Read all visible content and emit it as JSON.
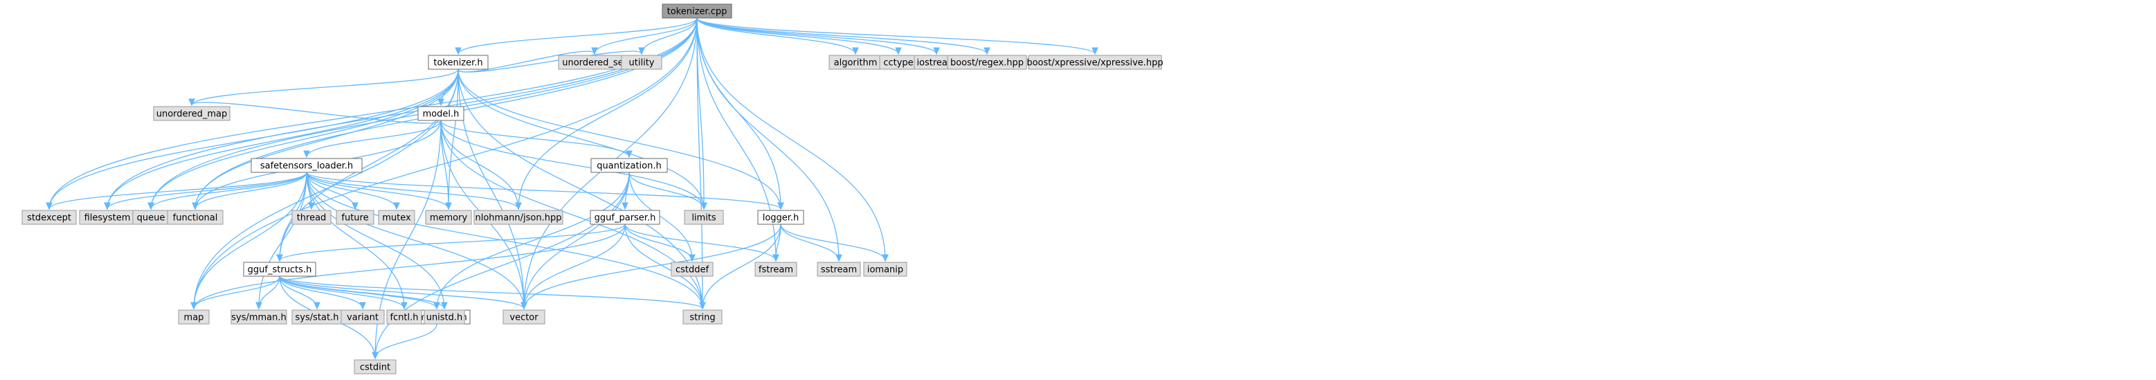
{
  "title": "tokenizer.cpp",
  "colors": {
    "edge": "#63b8ff",
    "root_fill": "#9e9e9e",
    "system_fill": "#e0e0e0",
    "header_fill": "#ffffff"
  },
  "nodes": [
    {
      "id": "tokenizer_cpp",
      "label": "tokenizer.cpp",
      "kind": "root"
    },
    {
      "id": "tokenizer_h",
      "label": "tokenizer.h",
      "kind": "header"
    },
    {
      "id": "model_h",
      "label": "model.h",
      "kind": "header"
    },
    {
      "id": "safetensors_loader_h",
      "label": "safetensors_loader.h",
      "kind": "header"
    },
    {
      "id": "quantization_h",
      "label": "quantization.h",
      "kind": "header"
    },
    {
      "id": "gguf_parser_h",
      "label": "gguf_parser.h",
      "kind": "header"
    },
    {
      "id": "logger_h",
      "label": "logger.h",
      "kind": "header"
    },
    {
      "id": "gguf_structs_h",
      "label": "gguf_structs.h",
      "kind": "header"
    },
    {
      "id": "ggml_types_h",
      "label": "ggml_types.h",
      "kind": "header"
    },
    {
      "id": "algorithm",
      "label": "algorithm",
      "kind": "system"
    },
    {
      "id": "cctype",
      "label": "cctype",
      "kind": "system"
    },
    {
      "id": "iostream",
      "label": "iostream",
      "kind": "system"
    },
    {
      "id": "boost_regex",
      "label": "boost/regex.hpp",
      "kind": "system"
    },
    {
      "id": "boost_xpressive",
      "label": "boost/xpressive/xpressive.hpp",
      "kind": "system"
    },
    {
      "id": "unordered_set",
      "label": "unordered_set",
      "kind": "system"
    },
    {
      "id": "utility",
      "label": "utility",
      "kind": "system"
    },
    {
      "id": "unordered_map",
      "label": "unordered_map",
      "kind": "system"
    },
    {
      "id": "stdexcept",
      "label": "stdexcept",
      "kind": "system"
    },
    {
      "id": "filesystem",
      "label": "filesystem",
      "kind": "system"
    },
    {
      "id": "queue",
      "label": "queue",
      "kind": "system"
    },
    {
      "id": "functional",
      "label": "functional",
      "kind": "system"
    },
    {
      "id": "thread",
      "label": "thread",
      "kind": "system"
    },
    {
      "id": "future",
      "label": "future",
      "kind": "system"
    },
    {
      "id": "mutex",
      "label": "mutex",
      "kind": "system"
    },
    {
      "id": "memory",
      "label": "memory",
      "kind": "system"
    },
    {
      "id": "nlohmann_json",
      "label": "nlohmann/json.hpp",
      "kind": "system"
    },
    {
      "id": "limits",
      "label": "limits",
      "kind": "system"
    },
    {
      "id": "cstddef",
      "label": "cstddef",
      "kind": "system"
    },
    {
      "id": "fstream",
      "label": "fstream",
      "kind": "system"
    },
    {
      "id": "sstream",
      "label": "sstream",
      "kind": "system"
    },
    {
      "id": "iomanip",
      "label": "iomanip",
      "kind": "system"
    },
    {
      "id": "map",
      "label": "map",
      "kind": "system"
    },
    {
      "id": "sys_mman",
      "label": "sys/mman.h",
      "kind": "system"
    },
    {
      "id": "sys_stat",
      "label": "sys/stat.h",
      "kind": "system"
    },
    {
      "id": "variant",
      "label": "variant",
      "kind": "system"
    },
    {
      "id": "fcntl",
      "label": "fcntl.h",
      "kind": "system"
    },
    {
      "id": "unistd",
      "label": "unistd.h",
      "kind": "system"
    },
    {
      "id": "vector",
      "label": "vector",
      "kind": "system"
    },
    {
      "id": "string",
      "label": "string",
      "kind": "system"
    },
    {
      "id": "cstdint",
      "label": "cstdint",
      "kind": "system"
    }
  ],
  "edges": [
    [
      "tokenizer_cpp",
      "tokenizer_h"
    ],
    [
      "tokenizer_cpp",
      "algorithm"
    ],
    [
      "tokenizer_cpp",
      "cctype"
    ],
    [
      "tokenizer_cpp",
      "iostream"
    ],
    [
      "tokenizer_cpp",
      "boost_regex"
    ],
    [
      "tokenizer_cpp",
      "boost_xpressive"
    ],
    [
      "tokenizer_cpp",
      "unordered_set"
    ],
    [
      "tokenizer_cpp",
      "utility"
    ],
    [
      "tokenizer_cpp",
      "logger_h"
    ],
    [
      "tokenizer_cpp",
      "limits"
    ],
    [
      "tokenizer_cpp",
      "nlohmann_json"
    ],
    [
      "tokenizer_cpp",
      "fstream"
    ],
    [
      "tokenizer_cpp",
      "sstream"
    ],
    [
      "tokenizer_cpp",
      "iomanip"
    ],
    [
      "tokenizer_cpp",
      "string"
    ],
    [
      "tokenizer_cpp",
      "vector"
    ],
    [
      "tokenizer_cpp",
      "map"
    ],
    [
      "tokenizer_cpp",
      "stdexcept"
    ],
    [
      "tokenizer_cpp",
      "filesystem"
    ],
    [
      "tokenizer_cpp",
      "queue"
    ],
    [
      "tokenizer_cpp",
      "functional"
    ],
    [
      "tokenizer_h",
      "model_h"
    ],
    [
      "tokenizer_h",
      "unordered_set"
    ],
    [
      "tokenizer_h",
      "utility"
    ],
    [
      "tokenizer_h",
      "unordered_map"
    ],
    [
      "tokenizer_h",
      "memory"
    ],
    [
      "tokenizer_h",
      "vector"
    ],
    [
      "tokenizer_h",
      "string"
    ],
    [
      "tokenizer_h",
      "limits"
    ],
    [
      "tokenizer_h",
      "logger_h"
    ],
    [
      "tokenizer_h",
      "gguf_structs_h"
    ],
    [
      "tokenizer_h",
      "functional"
    ],
    [
      "tokenizer_h",
      "queue"
    ],
    [
      "tokenizer_h",
      "filesystem"
    ],
    [
      "tokenizer_h",
      "map"
    ],
    [
      "tokenizer_h",
      "stdexcept"
    ],
    [
      "model_h",
      "safetensors_loader_h"
    ],
    [
      "model_h",
      "quantization_h"
    ],
    [
      "model_h",
      "unordered_map"
    ],
    [
      "model_h",
      "memory"
    ],
    [
      "model_h",
      "nlohmann_json"
    ],
    [
      "model_h",
      "vector"
    ],
    [
      "model_h",
      "string"
    ],
    [
      "model_h",
      "functional"
    ],
    [
      "model_h",
      "cstdint"
    ],
    [
      "model_h",
      "limits"
    ],
    [
      "safetensors_loader_h",
      "stdexcept"
    ],
    [
      "safetensors_loader_h",
      "filesystem"
    ],
    [
      "safetensors_loader_h",
      "queue"
    ],
    [
      "safetensors_loader_h",
      "functional"
    ],
    [
      "safetensors_loader_h",
      "thread"
    ],
    [
      "safetensors_loader_h",
      "future"
    ],
    [
      "safetensors_loader_h",
      "mutex"
    ],
    [
      "safetensors_loader_h",
      "memory"
    ],
    [
      "safetensors_loader_h",
      "nlohmann_json"
    ],
    [
      "safetensors_loader_h",
      "logger_h"
    ],
    [
      "safetensors_loader_h",
      "gguf_structs_h"
    ],
    [
      "safetensors_loader_h",
      "map"
    ],
    [
      "safetensors_loader_h",
      "sys_mman"
    ],
    [
      "safetensors_loader_h",
      "fcntl"
    ],
    [
      "safetensors_loader_h",
      "unistd"
    ],
    [
      "safetensors_loader_h",
      "vector"
    ],
    [
      "safetensors_loader_h",
      "string"
    ],
    [
      "quantization_h",
      "gguf_parser_h"
    ],
    [
      "quantization_h",
      "limits"
    ],
    [
      "quantization_h",
      "cstddef"
    ],
    [
      "quantization_h",
      "vector"
    ],
    [
      "quantization_h",
      "cstdint"
    ],
    [
      "quantization_h",
      "ggml_types_h"
    ],
    [
      "gguf_parser_h",
      "gguf_structs_h"
    ],
    [
      "gguf_parser_h",
      "cstddef"
    ],
    [
      "gguf_parser_h",
      "fstream"
    ],
    [
      "gguf_parser_h",
      "string"
    ],
    [
      "gguf_parser_h",
      "vector"
    ],
    [
      "gguf_parser_h",
      "map"
    ],
    [
      "logger_h",
      "fstream"
    ],
    [
      "logger_h",
      "sstream"
    ],
    [
      "logger_h",
      "iomanip"
    ],
    [
      "logger_h",
      "string"
    ],
    [
      "logger_h",
      "vector"
    ],
    [
      "gguf_structs_h",
      "map"
    ],
    [
      "gguf_structs_h",
      "sys_mman"
    ],
    [
      "gguf_structs_h",
      "sys_stat"
    ],
    [
      "gguf_structs_h",
      "variant"
    ],
    [
      "gguf_structs_h",
      "fcntl"
    ],
    [
      "gguf_structs_h",
      "unistd"
    ],
    [
      "gguf_structs_h",
      "vector"
    ],
    [
      "gguf_structs_h",
      "string"
    ],
    [
      "gguf_structs_h",
      "cstdint"
    ],
    [
      "gguf_structs_h",
      "ggml_types_h"
    ],
    [
      "ggml_types_h",
      "cstdint"
    ]
  ]
}
